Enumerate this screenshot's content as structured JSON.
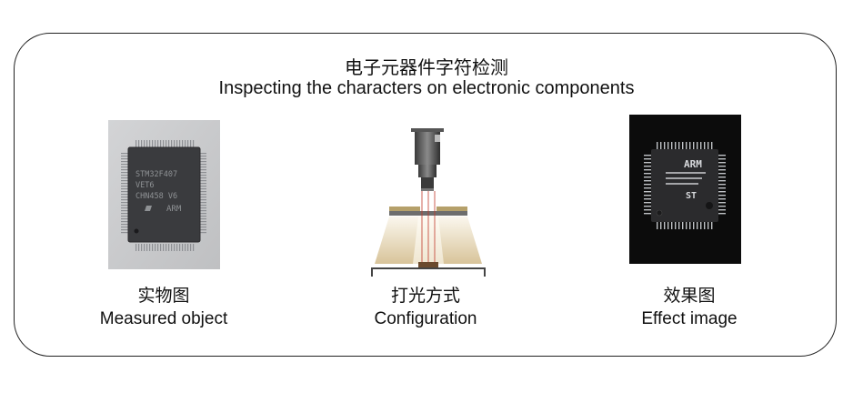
{
  "header": {
    "title_cn": "电子元器件字符检测",
    "title_en": "Inspecting the characters on electronic components"
  },
  "panels": [
    {
      "id": "measured",
      "label_cn": "实物图",
      "label_en": "Measured object",
      "chip_text": [
        "STM32F407",
        "VET6",
        "CHN458 V6",
        "ARM"
      ]
    },
    {
      "id": "config",
      "label_cn": "打光方式",
      "label_en": "Configuration"
    },
    {
      "id": "effect",
      "label_cn": "效果图",
      "label_en": "Effect image",
      "chip_text": [
        "ARM",
        "ST"
      ]
    }
  ],
  "colors": {
    "border": "#222222",
    "light_beam": "#d9c7a0",
    "chip_body": "#2b2b2d",
    "photo_bg": "#c9cacc"
  }
}
